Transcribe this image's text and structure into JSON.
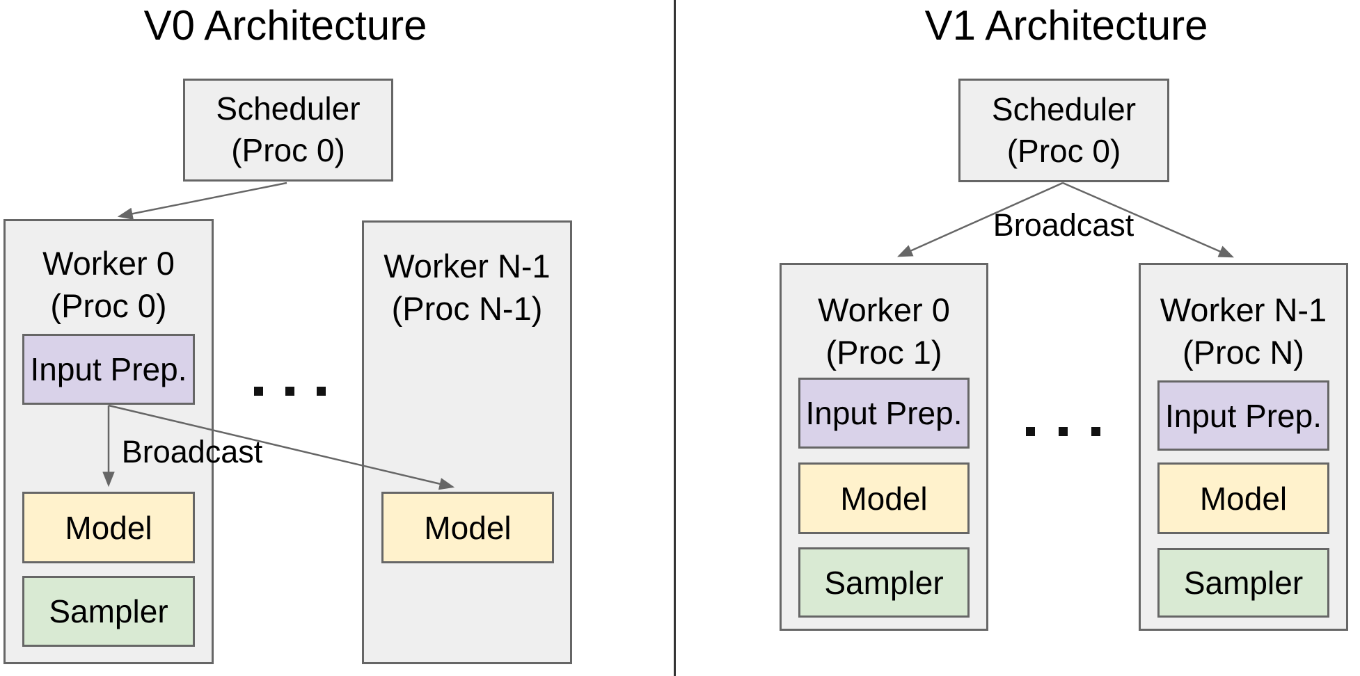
{
  "colors": {
    "box_fill": "#efefef",
    "box_border": "#666666",
    "input_prep_fill": "#d9d2e9",
    "model_fill": "#fff2cc",
    "sampler_fill": "#d9ead3",
    "arrow": "#666666",
    "divider": "#333333",
    "ellipsis": "#111111",
    "text": "#000000"
  },
  "icons": {
    "ellipsis": "three-square-dots"
  },
  "v0": {
    "title": "V0 Architecture",
    "scheduler": {
      "line1": "Scheduler",
      "line2": "(Proc 0)"
    },
    "broadcast_label": "Broadcast",
    "worker0": {
      "line1": "Worker 0",
      "line2": "(Proc 0)",
      "input_prep": "Input Prep.",
      "model": "Model",
      "sampler": "Sampler"
    },
    "workerN": {
      "line1": "Worker N-1",
      "line2": "(Proc N-1)",
      "model": "Model"
    }
  },
  "v1": {
    "title": "V1 Architecture",
    "scheduler": {
      "line1": "Scheduler",
      "line2": "(Proc 0)"
    },
    "broadcast_label": "Broadcast",
    "worker0": {
      "line1": "Worker 0",
      "line2": "(Proc 1)",
      "input_prep": "Input Prep.",
      "model": "Model",
      "sampler": "Sampler"
    },
    "workerN": {
      "line1": "Worker N-1",
      "line2": "(Proc N)",
      "input_prep": "Input Prep.",
      "model": "Model",
      "sampler": "Sampler"
    }
  }
}
